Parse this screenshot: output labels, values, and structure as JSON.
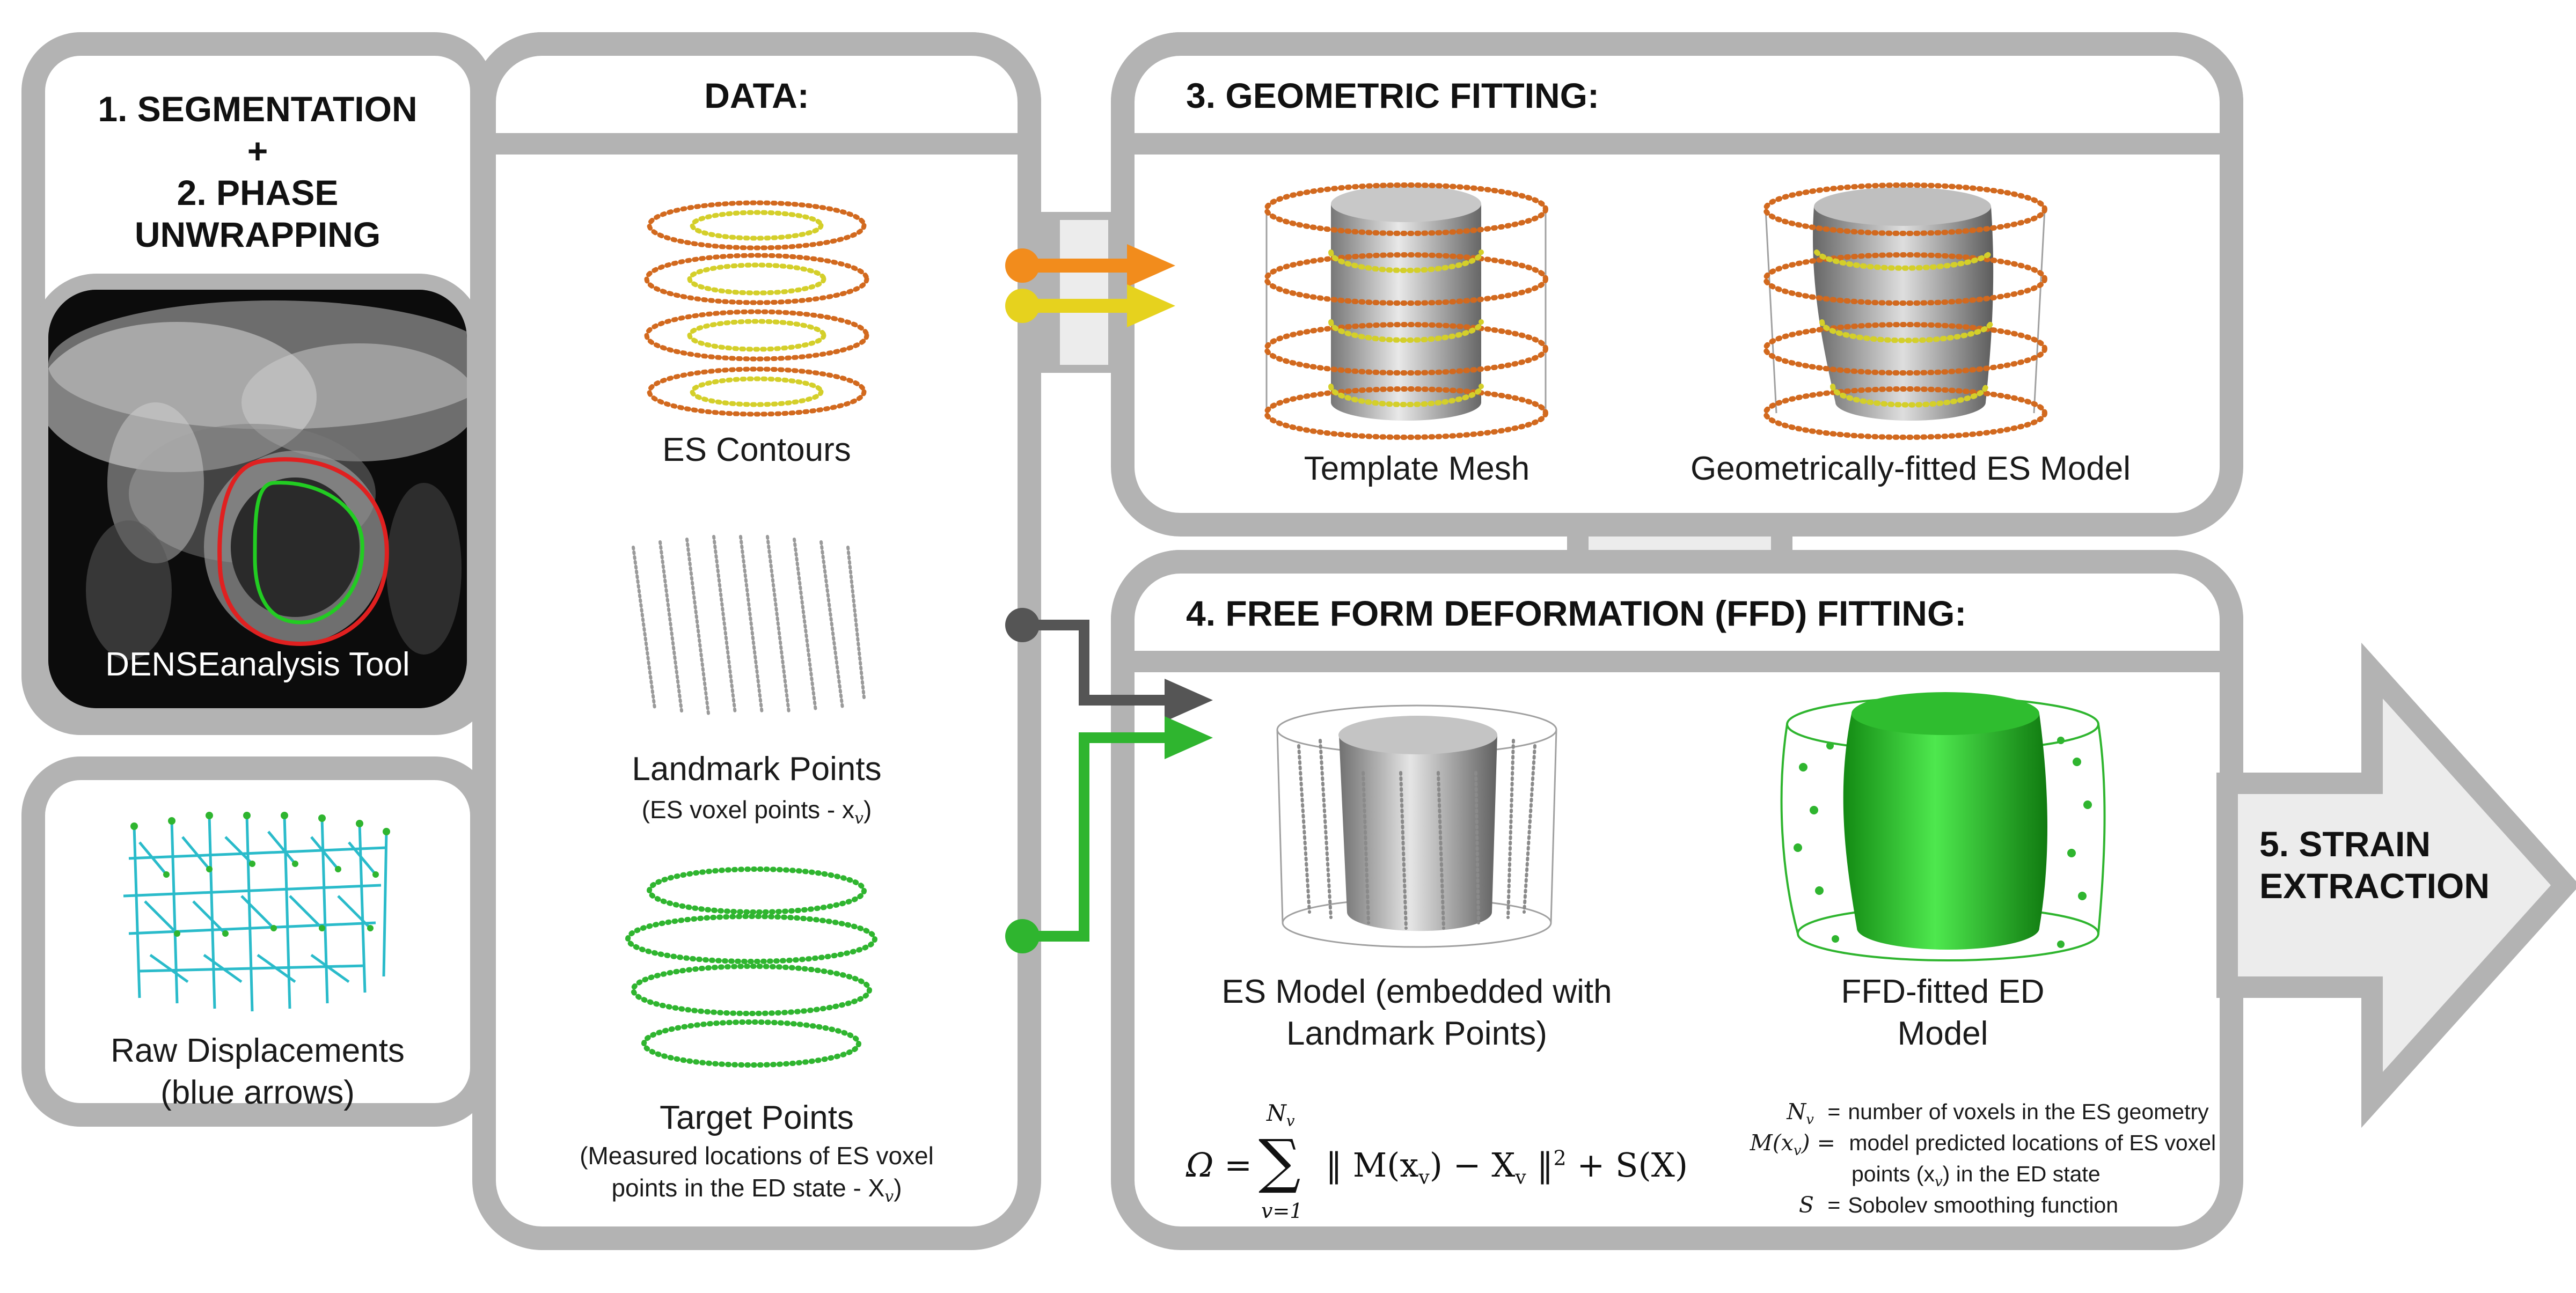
{
  "segmentation": {
    "title_line1": "1.  SEGMENTATION",
    "title_plus": "+",
    "title_line2": "2.  PHASE",
    "title_line3": "UNWRAPPING",
    "tool_label": "DENSEanalysis Tool"
  },
  "raw": {
    "label_line1": "Raw Displacements",
    "label_line2": "(blue arrows)"
  },
  "data_panel": {
    "title": "DATA:",
    "es_contours": "ES Contours",
    "landmark_title": "Landmark Points",
    "landmark_sub": "(ES voxel points - x",
    "landmark_sub_sym": "v",
    "landmark_sub_end": ")",
    "target_title": "Target Points",
    "target_sub_line1": "(Measured locations of ES voxel",
    "target_sub_line2": "points in the ED state - X",
    "target_sub_sym": "v",
    "target_sub_end": ")"
  },
  "geometric": {
    "title": "3.   GEOMETRIC FITTING:",
    "template_label": "Template Mesh",
    "fitted_label": "Geometrically-fitted ES Model"
  },
  "ffd": {
    "title": "4.   FREE FORM DEFORMATION (FFD) FITTING:",
    "es_model_line1": "ES Model (embedded with",
    "es_model_line2": "Landmark Points)",
    "ffd_model_line1": "FFD-fitted ED",
    "ffd_model_line2": "Model",
    "equation": {
      "omega": "Ω =",
      "sum": "∑",
      "sum_upper": "N",
      "sum_upper_sub": "v",
      "sum_lower": "v=1",
      "body": "‖ M(x",
      "body_sub": "v",
      "body_mid": ") − X",
      "body_sub2": "v",
      "body_end": "‖",
      "power": "2",
      "plus": "+ S(X)"
    },
    "legend": [
      {
        "sym": "N",
        "sub": "v",
        "eq": "=",
        "text": "number of voxels in the ES geometry"
      },
      {
        "sym": "M(x",
        "sub": "v",
        "eq": ") =",
        "text": "model predicted locations of ES voxel"
      },
      {
        "sym": "",
        "sub": "",
        "eq": "",
        "text": "points (x"
      },
      {
        "sym": "S",
        "sub": "",
        "eq": "=",
        "text": "Sobolev smoothing function"
      }
    ],
    "legend_cont_sub": "v",
    "legend_cont_end": ") in the ED state"
  },
  "strain": {
    "line1": "5.   STRAIN",
    "line2": "EXTRACTION"
  },
  "colors": {
    "border_gray": "#b3b3b3",
    "orange": "#f28c1c",
    "yellow": "#e6d21e",
    "dark_gray": "#555555",
    "green": "#2fb52f",
    "contour_orange": "#d2691e",
    "contour_yellow": "#d4cf2a",
    "segment_red": "#e02020",
    "segment_green": "#22cc22",
    "arrow_cyan": "#1fb8c8"
  }
}
